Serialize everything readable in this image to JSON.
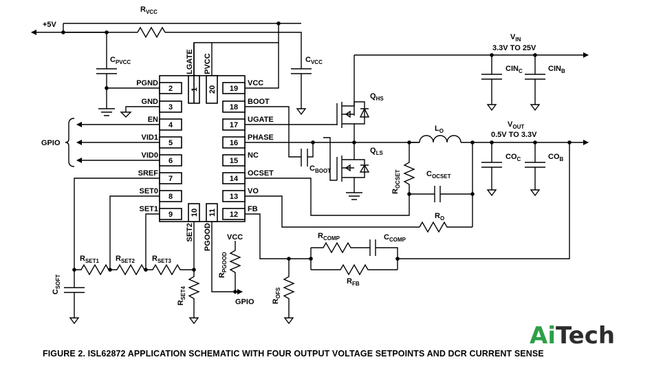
{
  "supply": {
    "plus5v": "+5V",
    "rvcc": [
      "R",
      "VCC"
    ],
    "cpvcc": [
      "C",
      "PVCC"
    ],
    "cvcc": [
      "C",
      "VCC"
    ]
  },
  "ic": {
    "left_pins": [
      {
        "num": "2",
        "name": "PGND"
      },
      {
        "num": "3",
        "name": "GND"
      },
      {
        "num": "4",
        "name": "EN"
      },
      {
        "num": "5",
        "name": "VID1"
      },
      {
        "num": "6",
        "name": "VID0"
      },
      {
        "num": "7",
        "name": "SREF"
      },
      {
        "num": "8",
        "name": "SET0"
      },
      {
        "num": "9",
        "name": "SET1"
      }
    ],
    "right_pins": [
      {
        "num": "19",
        "name": "VCC"
      },
      {
        "num": "18",
        "name": "BOOT"
      },
      {
        "num": "17",
        "name": "UGATE"
      },
      {
        "num": "16",
        "name": "PHASE"
      },
      {
        "num": "15",
        "name": "NC"
      },
      {
        "num": "14",
        "name": "OCSET"
      },
      {
        "num": "13",
        "name": "VO"
      },
      {
        "num": "12",
        "name": "FB"
      }
    ],
    "top_pins": [
      {
        "num": "1",
        "name": "LGATE"
      },
      {
        "num": "20",
        "name": "PVCC"
      }
    ],
    "bottom_pins": [
      {
        "num": "10",
        "name": "SET2"
      },
      {
        "num": "11",
        "name": "PGOOD"
      }
    ]
  },
  "gpio": "GPIO",
  "gpio_out": "GPIO",
  "vcc_pg": "VCC",
  "vin": {
    "label": [
      "V",
      "IN"
    ],
    "range": "3.3V TO 25V"
  },
  "vout": {
    "label": [
      "V",
      "OUT"
    ],
    "range": "0.5V TO 3.3V"
  },
  "parts": {
    "qhs": [
      "Q",
      "HS"
    ],
    "qls": [
      "Q",
      "LS"
    ],
    "lo": [
      "L",
      "O"
    ],
    "cinc": [
      "CIN",
      "C"
    ],
    "cinb": [
      "CIN",
      "B"
    ],
    "coc": [
      "CO",
      "C"
    ],
    "cob": [
      "CO",
      "B"
    ],
    "cboot": [
      "C",
      "BOOT"
    ],
    "rocset": [
      "R",
      "OCSET"
    ],
    "cocset": [
      "C",
      "OCSET"
    ],
    "ro": [
      "R",
      "O"
    ],
    "rcomp": [
      "R",
      "COMP"
    ],
    "ccomp": [
      "C",
      "COMP"
    ],
    "rfb": [
      "R",
      "FB"
    ],
    "rofs": [
      "R",
      "OFS"
    ],
    "rpgood": [
      "R",
      "PGOOD"
    ],
    "csoft": [
      "C",
      "SOFT"
    ],
    "rset1": [
      "R",
      "SET1"
    ],
    "rset2": [
      "R",
      "SET2"
    ],
    "rset3": [
      "R",
      "SET3"
    ],
    "rset4": [
      "R",
      "SET4"
    ]
  },
  "caption": "FIGURE 2.  ISL62872 APPLICATION SCHEMATIC WITH FOUR OUTPUT VOLTAGE SETPOINTS AND DCR CURRENT SENSE",
  "logo": {
    "part1": "Ai",
    "part2": "Tech"
  },
  "colors": {
    "logo_green": "#2e9f48",
    "logo_dark": "#2d2d2d"
  }
}
